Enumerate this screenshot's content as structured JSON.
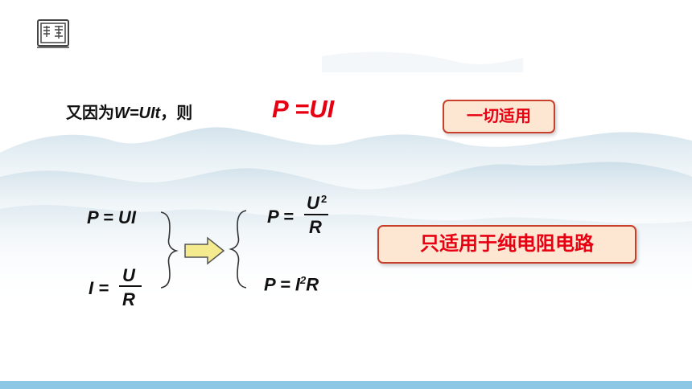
{
  "slide": {
    "line1_prefix": "又因为",
    "line1_formula": "W=UIt",
    "line1_suffix": "，则",
    "main_formula": "P =UI",
    "badge_general": "一切适用",
    "badge_pure_resistance": "只适用于纯电阻电路"
  },
  "left_formulas": {
    "power": "P = UI",
    "current_lhs": "I =",
    "current_num": "U",
    "current_den": "R"
  },
  "right_formulas": {
    "p1_lhs": "P =",
    "p1_num": "U",
    "p1_exp": "2",
    "p1_den": "R",
    "p2_prefix": "P = I",
    "p2_exp": "2",
    "p2_suffix": "R"
  },
  "colors": {
    "red": "#e60012",
    "badge_fill": "#fde6d2",
    "badge_border": "#c8402c",
    "arrow_fill": "#f3eb8e",
    "bottom_bar": "#8cc7e6"
  },
  "icons": {
    "logo": "seal-logo-icon",
    "arrow": "right-arrow-icon"
  }
}
